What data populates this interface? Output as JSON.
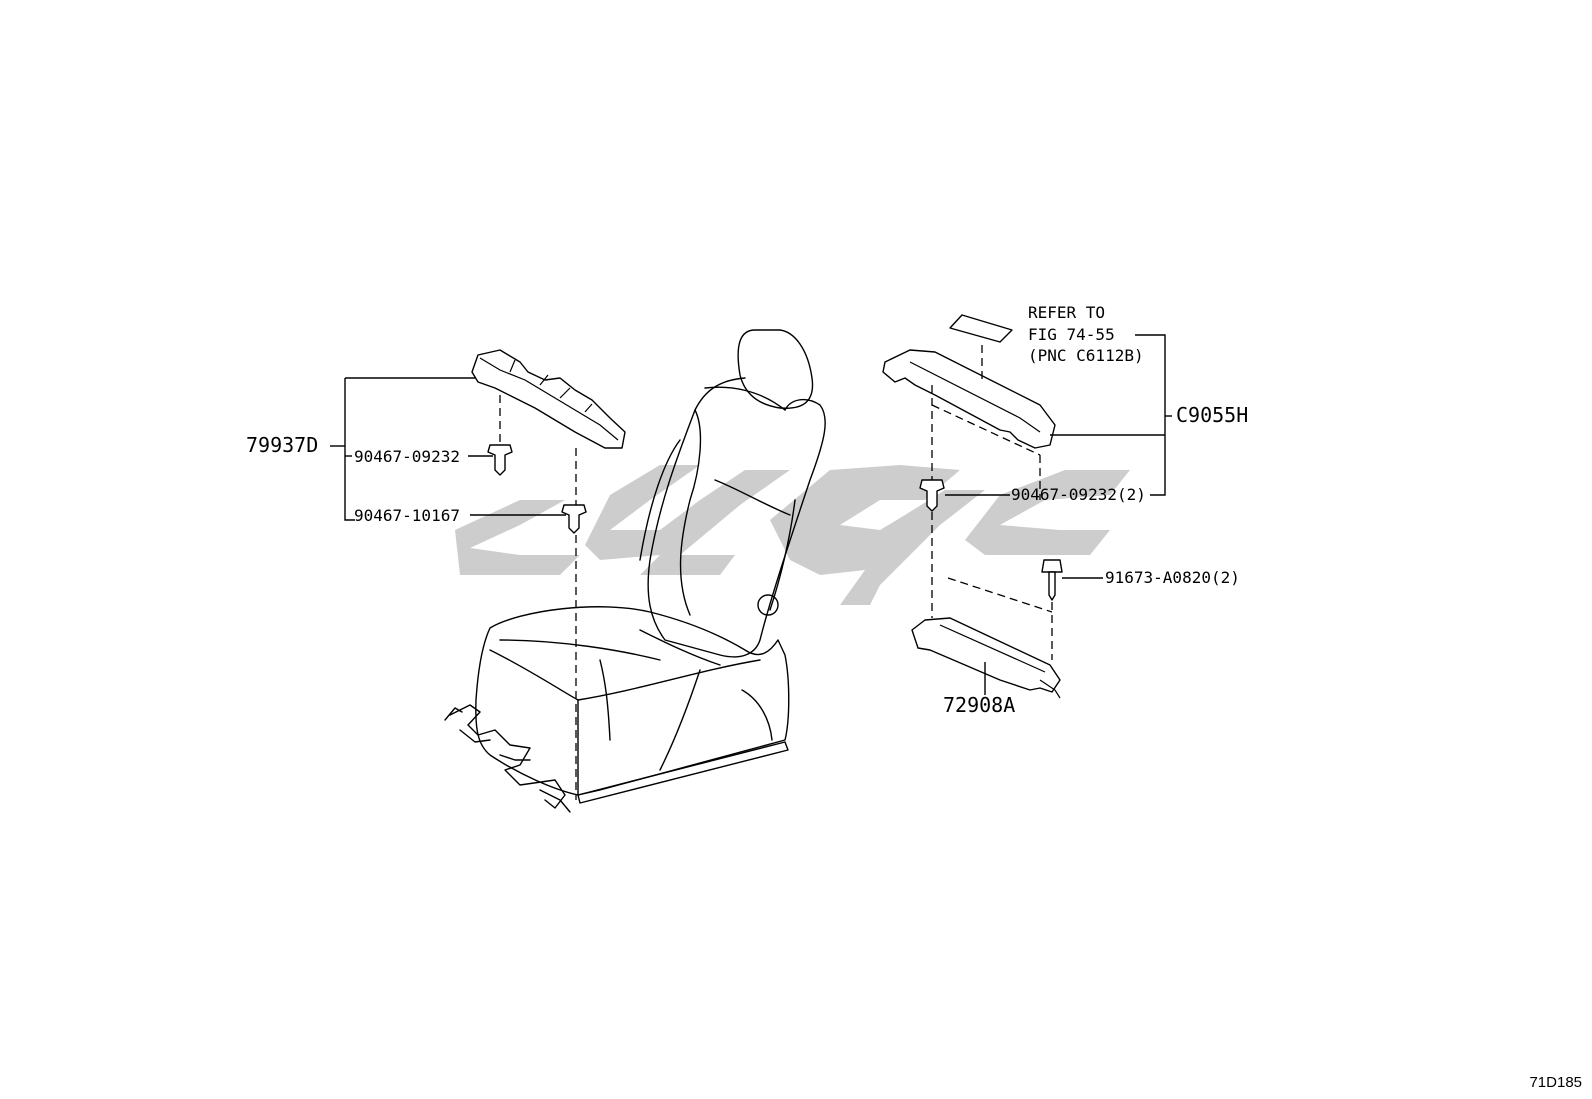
{
  "figure_id": "71D185",
  "watermark": "cygc",
  "callouts": {
    "seat_cover_left": "79937D",
    "clip_left_upper": "90467-09232",
    "clip_left_lower": "90467-10167",
    "refer_line1": "REFER TO",
    "refer_line2": "FIG 74-55",
    "refer_line3": "(PNC C6112B)",
    "cover_right": "C9055H",
    "clip_right": "90467-09232(2)",
    "screw_right": "91673-A0820(2)",
    "under_cover": "72908A"
  }
}
